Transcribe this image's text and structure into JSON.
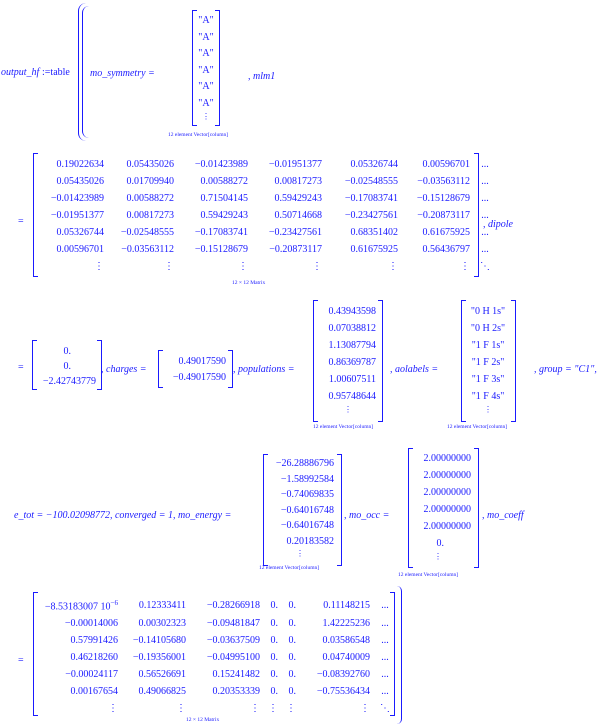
{
  "output_line": {
    "lhs": "output_hf",
    "assign": " :=table",
    "mo_symmetry_label": "mo_symmetry =",
    "symmetry_entries": [
      "\"A\"",
      "\"A\"",
      "\"A\"",
      "\"A\"",
      "\"A\"",
      "\"A\"",
      "⋮"
    ],
    "symmetry_caption": "12 element Vector[column]",
    "after_symmetry": ", mlm1"
  },
  "matrix1": {
    "eq": "=",
    "rows": [
      [
        "0.19022634",
        "0.05435026",
        "−0.01423989",
        "−0.01951377",
        "0.05326744",
        "0.00596701",
        "..."
      ],
      [
        "0.05435026",
        "0.01709940",
        "0.00588272",
        "0.00817273",
        "−0.02548555",
        "−0.03563112",
        "..."
      ],
      [
        "−0.01423989",
        "0.00588272",
        "0.71504145",
        "0.59429243",
        "−0.17083741",
        "−0.15128679",
        "..."
      ],
      [
        "−0.01951377",
        "0.00817273",
        "0.59429243",
        "0.50714668",
        "−0.23427561",
        "−0.20873117",
        "..."
      ],
      [
        "0.05326744",
        "−0.02548555",
        "−0.17083741",
        "−0.23427561",
        "0.68351402",
        "0.61675925",
        "..."
      ],
      [
        "0.00596701",
        "−0.03563112",
        "−0.15128679",
        "−0.20873117",
        "0.61675925",
        "0.56436797",
        "..."
      ],
      [
        "⋮",
        "⋮",
        "⋮",
        "⋮",
        "⋮",
        "⋮",
        "⋱"
      ]
    ],
    "after": ", dipole",
    "caption": "12 × 12 Matrix"
  },
  "line3": {
    "eq": "=",
    "dipole": [
      "0.",
      "0.",
      "−2.42743779"
    ],
    "charges_label": ", charges =",
    "charges": [
      "0.49017590",
      "−0.49017590"
    ],
    "populations_label": ", populations =",
    "populations": [
      "0.43943598",
      "0.07038812",
      "1.13087794",
      "0.86369787",
      "1.00607511",
      "0.95748644",
      "⋮"
    ],
    "populations_caption": "12 element Vector[column]",
    "aolabels_label": ", aolabels =",
    "aolabels": [
      "\"0 H 1s\"",
      "\"0 H 2s\"",
      "\"1 F 1s\"",
      "\"1 F 2s\"",
      "\"1 F 3s\"",
      "\"1 F 4s\"",
      "⋮"
    ],
    "aolabels_caption": "12 element Vector[column]",
    "group": ", group = \"C1\","
  },
  "line4": {
    "prefix": "e_tot = −100.02098772, converged = 1, mo_energy =",
    "mo_energy": [
      "−26.28886796",
      "−1.58992584",
      "−0.74069835",
      "−0.64016748",
      "−0.64016748",
      "0.20183582",
      "⋮"
    ],
    "mo_energy_caption": "12 element Vector[column]",
    "mo_occ_label": ", mo_occ =",
    "mo_occ": [
      "2.00000000",
      "2.00000000",
      "2.00000000",
      "2.00000000",
      "2.00000000",
      "0.",
      "⋮"
    ],
    "mo_occ_caption": "12 element Vector[column]",
    "after": ", mo_coeff"
  },
  "matrix2": {
    "eq": "=",
    "rows": [
      [
        "−8.53183007 10",
        "0.12333411",
        "−0.28266918",
        "0.",
        "0.",
        "0.11148215",
        "..."
      ],
      [
        "−0.00014006",
        "0.00302323",
        "−0.09481847",
        "0.",
        "0.",
        "1.42225236",
        "..."
      ],
      [
        "0.57991426",
        "−0.14105680",
        "−0.03637509",
        "0.",
        "0.",
        "0.03586548",
        "..."
      ],
      [
        "0.46218260",
        "−0.19356001",
        "−0.04995100",
        "0.",
        "0.",
        "0.04740009",
        "..."
      ],
      [
        "−0.00024117",
        "0.56526691",
        "0.15241482",
        "0.",
        "0.",
        "−0.08392760",
        "..."
      ],
      [
        "0.00167654",
        "0.49066825",
        "0.20353339",
        "0.",
        "0.",
        "−0.75536434",
        "..."
      ],
      [
        "⋮",
        "⋮",
        "⋮",
        "⋮",
        "⋮",
        "⋮",
        "⋱"
      ]
    ],
    "exponent": "−6",
    "caption": "12 × 12 Matrix"
  }
}
